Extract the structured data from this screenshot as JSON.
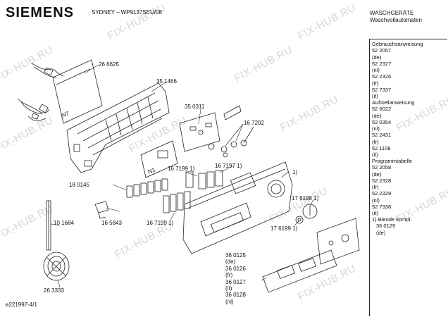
{
  "header": {
    "brand": "SIEMENS",
    "model": "SYDNEY – WP9137SEU/08",
    "category_line1": "WASCHGERÄTE",
    "category_line2": "Waschvollautomaten"
  },
  "footer": {
    "doc_id": "e221997-4/1"
  },
  "watermark": "FIX-HUB.RU",
  "parts": {
    "p266625": "26 6625",
    "p351466": "35 1466",
    "p350311": "35 0311",
    "p167202": "16 7202",
    "p180145": "18 0145",
    "p167199a": "16 7199 1)",
    "p167197": "16 7197 1)",
    "note1": "1)",
    "p176198": "17 6198 1)",
    "p101684": "10 1684",
    "p165843": "16 5843",
    "p167199b": "16 7199 1)",
    "p176199": "17 6199 1)",
    "p263333": "26 3333",
    "label_n7": "N7",
    "label_n1": "N1"
  },
  "cover_parts": [
    "36 0125",
    "(de)",
    "36 0126",
    "(fr)",
    "36 0127",
    "(it)",
    "36 0128",
    "(nl)"
  ],
  "side_panel": {
    "manual": {
      "title": "Gebrauchsanweisung",
      "lines": [
        "52 2057",
        "(de)",
        "52 2327",
        "(nl)",
        "52 2326",
        "(fr)",
        "52 7337",
        "(it)"
      ]
    },
    "install": {
      "title": "Aufstellanweisung",
      "lines": [
        "52 6022",
        "(de)",
        "52 0354",
        "(nl)",
        "52 2431",
        "(fr)",
        "52 1108",
        "(it)"
      ]
    },
    "program": {
      "title": "Programmtabelle",
      "lines": [
        "52 2058",
        "(de)",
        "52 2328",
        "(fr)",
        "52 2329",
        "(nl)",
        "52 7338",
        "(it)"
      ]
    },
    "blende": {
      "title": "1) Blende kompl.",
      "lines": [
        "36 0129",
        "(de)"
      ]
    }
  }
}
